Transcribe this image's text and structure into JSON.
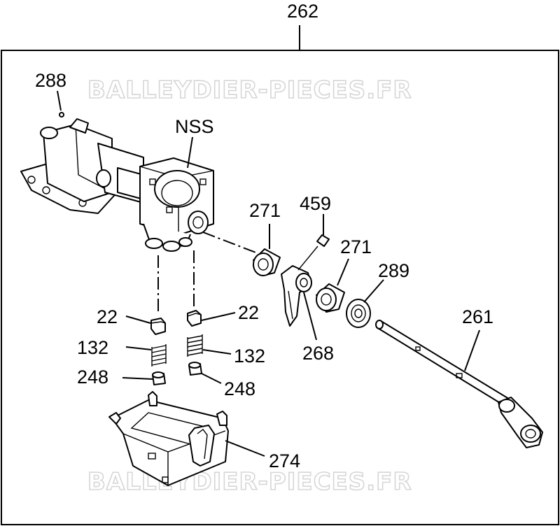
{
  "diagram": {
    "assembly_label": "262",
    "watermark": "BALLEYDIER-PIECES.FR",
    "parts": {
      "p288": "288",
      "nss": "NSS",
      "p271a": "271",
      "p459": "459",
      "p271b": "271",
      "p289": "289",
      "p261": "261",
      "p22a": "22",
      "p22b": "22",
      "p132a": "132",
      "p132b": "132",
      "p248a": "248",
      "p248b": "248",
      "p268": "268",
      "p274": "274"
    }
  }
}
